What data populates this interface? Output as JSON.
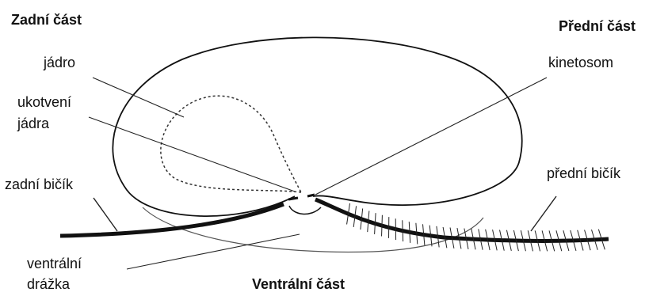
{
  "labels": {
    "posterior_part": "Zadní část",
    "anterior_part": "Přední část",
    "ventral_part": "Ventrální část",
    "nucleus": "jádro",
    "nucleus_anchor_line1": "ukotvení",
    "nucleus_anchor_line2": "jádra",
    "kinetosome": "kinetosom",
    "posterior_flagellum": "zadní bičík",
    "anterior_flagellum": "přední bičík",
    "ventral_groove_line1": "ventrální",
    "ventral_groove_line2": "drážka"
  },
  "colors": {
    "ink": "#111111",
    "dotted": "#333333",
    "thin": "#555555"
  }
}
